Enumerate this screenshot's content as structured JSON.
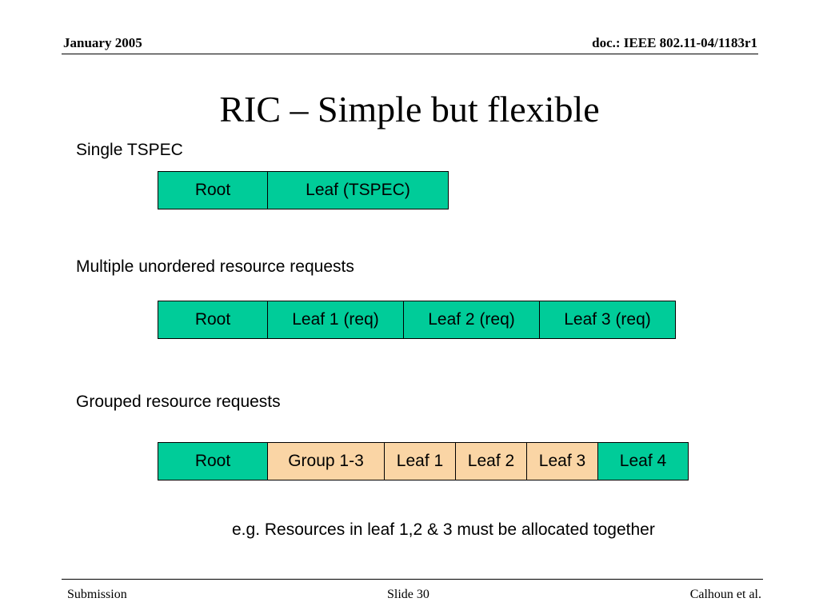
{
  "header": {
    "date": "January 2005",
    "doc_id": "doc.: IEEE 802.11-04/1183r1"
  },
  "title": "RIC – Simple but flexible",
  "sections": {
    "single": {
      "label": "Single TSPEC",
      "cells": [
        "Root",
        "Leaf (TSPEC)"
      ]
    },
    "multiple": {
      "label": "Multiple unordered resource requests",
      "cells": [
        "Root",
        "Leaf 1 (req)",
        "Leaf 2 (req)",
        "Leaf 3 (req)"
      ]
    },
    "grouped": {
      "label": "Grouped resource requests",
      "cells": [
        "Root",
        "Group 1-3",
        "Leaf 1",
        "Leaf 2",
        "Leaf 3",
        "Leaf 4"
      ]
    }
  },
  "note": "e.g. Resources in leaf 1,2 & 3 must be allocated together",
  "footer": {
    "left": "Submission",
    "center": "Slide 30",
    "right": "Calhoun et al."
  },
  "colors": {
    "root_leaf": "#00cc99",
    "grouped": "#fad5a5"
  }
}
